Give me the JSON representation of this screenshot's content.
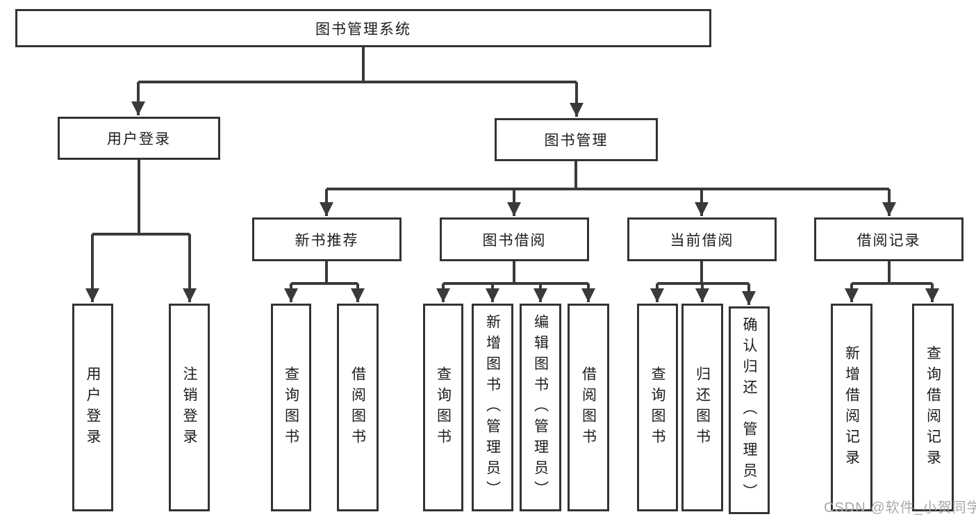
{
  "diagram": {
    "title": "图书管理系统",
    "watermark": "CSDN @软件_小贺同学",
    "colors": {
      "line": "#3a3a3a",
      "box_border": "#333333",
      "box_fill": "#ffffff",
      "text": "#1c1c1c",
      "watermark": "#a8a8a8"
    },
    "tree": {
      "label": "图书管理系统",
      "children": [
        {
          "label": "用户登录",
          "children": [
            {
              "label": "用户登录"
            },
            {
              "label": "注销登录"
            }
          ]
        },
        {
          "label": "图书管理",
          "children": [
            {
              "label": "新书推荐",
              "children": [
                {
                  "label": "查询图书"
                },
                {
                  "label": "借阅图书"
                }
              ]
            },
            {
              "label": "图书借阅",
              "children": [
                {
                  "label": "查询图书"
                },
                {
                  "label": "新增图书（管理员）"
                },
                {
                  "label": "编辑图书（管理员）"
                },
                {
                  "label": "借阅图书"
                }
              ]
            },
            {
              "label": "当前借阅",
              "children": [
                {
                  "label": "查询图书"
                },
                {
                  "label": "归还图书"
                },
                {
                  "label": "确认归还（管理员）"
                }
              ]
            },
            {
              "label": "借阅记录",
              "children": [
                {
                  "label": "新增借阅记录"
                },
                {
                  "label": "查询借阅记录"
                }
              ]
            }
          ]
        }
      ]
    }
  }
}
